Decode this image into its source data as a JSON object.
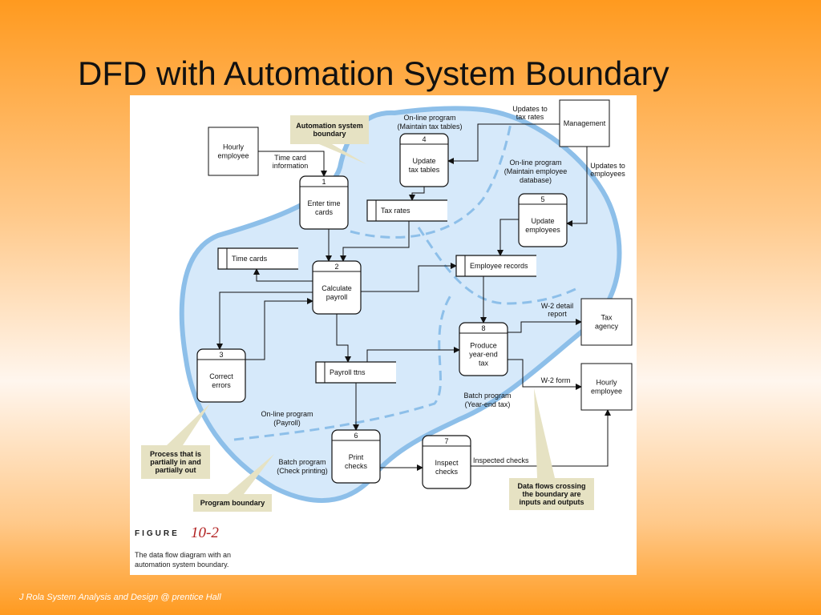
{
  "slide": {
    "title": "DFD with Automation System Boundary",
    "footer": "J Rola System Analysis and Design @ prentice Hall"
  },
  "figure": {
    "label": "FIGURE",
    "number": "10-2",
    "caption": "The data flow diagram with an automation system boundary."
  },
  "colors": {
    "background": "#ff9a1f",
    "boundary_fill": "#d6e9fa",
    "boundary_line": "#8dbfe9",
    "callout": "#e6e2c3"
  },
  "externals": [
    {
      "id": "hourly-employee-source",
      "lines": [
        "Hourly",
        "employee"
      ]
    },
    {
      "id": "management",
      "lines": [
        "Management"
      ]
    },
    {
      "id": "tax-agency",
      "lines": [
        "Tax",
        "agency"
      ]
    },
    {
      "id": "hourly-employee-sink",
      "lines": [
        "Hourly",
        "employee"
      ]
    }
  ],
  "processes": [
    {
      "id": "p1",
      "number": "1",
      "lines": [
        "Enter time",
        "cards"
      ]
    },
    {
      "id": "p2",
      "number": "2",
      "lines": [
        "Calculate",
        "payroll"
      ]
    },
    {
      "id": "p3",
      "number": "3",
      "lines": [
        "Correct",
        "errors"
      ]
    },
    {
      "id": "p4",
      "number": "4",
      "lines": [
        "Update",
        "tax tables"
      ]
    },
    {
      "id": "p5",
      "number": "5",
      "lines": [
        "Update",
        "employees"
      ]
    },
    {
      "id": "p6",
      "number": "6",
      "lines": [
        "Print",
        "checks"
      ]
    },
    {
      "id": "p7",
      "number": "7",
      "lines": [
        "Inspect",
        "checks"
      ]
    },
    {
      "id": "p8",
      "number": "8",
      "lines": [
        "Produce",
        "year-end",
        "tax"
      ]
    }
  ],
  "data_stores": [
    {
      "id": "tax-rates",
      "label": "Tax rates"
    },
    {
      "id": "time-cards",
      "label": "Time cards"
    },
    {
      "id": "employee-records",
      "label": "Employee records"
    },
    {
      "id": "payroll-ttns",
      "label": "Payroll ttns"
    }
  ],
  "flow_labels": [
    {
      "id": "time-card-information",
      "lines": [
        "Time card",
        "information"
      ]
    },
    {
      "id": "updates-to-tax-rates",
      "lines": [
        "Updates to",
        "tax rates"
      ]
    },
    {
      "id": "updates-to-employees",
      "lines": [
        "Updates to",
        "employees"
      ]
    },
    {
      "id": "w2-detail-report",
      "lines": [
        "W-2 detail",
        "report"
      ]
    },
    {
      "id": "w2-form",
      "lines": [
        "W-2 form"
      ]
    },
    {
      "id": "inspected-checks",
      "lines": [
        "Inspected checks"
      ]
    }
  ],
  "program_labels": [
    {
      "id": "online-maintain-tax-tables",
      "lines": [
        "On-line program",
        "(Maintain tax tables)"
      ]
    },
    {
      "id": "online-maintain-employee-database",
      "lines": [
        "On-line program",
        "(Maintain employee",
        "database)"
      ]
    },
    {
      "id": "online-payroll",
      "lines": [
        "On-line program",
        "(Payroll)"
      ]
    },
    {
      "id": "batch-check-printing",
      "lines": [
        "Batch program",
        "(Check printing)"
      ]
    },
    {
      "id": "batch-year-end-tax",
      "lines": [
        "Batch program",
        "(Year-end tax)"
      ]
    }
  ],
  "callouts": [
    {
      "id": "automation-system-boundary",
      "lines": [
        "Automation system",
        "boundary"
      ]
    },
    {
      "id": "process-partially-in-out",
      "lines": [
        "Process that is",
        "partially in and",
        "partially out"
      ]
    },
    {
      "id": "program-boundary",
      "lines": [
        "Program boundary"
      ]
    },
    {
      "id": "data-flows-crossing",
      "lines": [
        "Data flows crossing",
        "the boundary are",
        "inputs and outputs"
      ]
    }
  ]
}
